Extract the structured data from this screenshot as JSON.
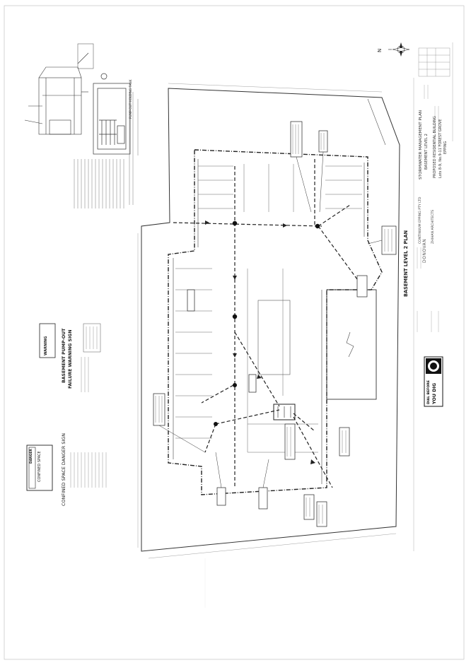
{
  "title_block": {
    "drawing_title": "STORMWATER MANAGEMENT PLAN",
    "drawing_subtitle": "BASEMENT LEVEL 2",
    "project_name": "PROPOSED RESIDENTIAL BUILDING",
    "project_address": "Lots 8-9, No.9-11 FOREST GROVE",
    "project_suburb": "EPPING",
    "client": "CONTINUUM EPPING PTY LTD",
    "architect": "ZHIHAN ARCHITECTS",
    "consultant": "DONOVAN"
  },
  "plan_title": "BASEMENT LEVEL 2 PLAN",
  "detail_title": "PUMP-OUT HOLDING TANK",
  "signs": {
    "warning_heading": "WARNING",
    "warning_title_1": "BASEMENT PUMP-OUT",
    "warning_title_2": "FAILURE WARNING SIGN",
    "danger_heading": "DANGER",
    "danger_body": "CONFINED SPACE",
    "danger_title": "CONFINED SPACE DANGER SIGN"
  },
  "dial_before_you_dig": {
    "line1": "DIAL BEFORE",
    "line2": "YOU DIG"
  },
  "north_label": "N",
  "colors": {
    "ink": "#222222",
    "paper": "#ffffff"
  }
}
